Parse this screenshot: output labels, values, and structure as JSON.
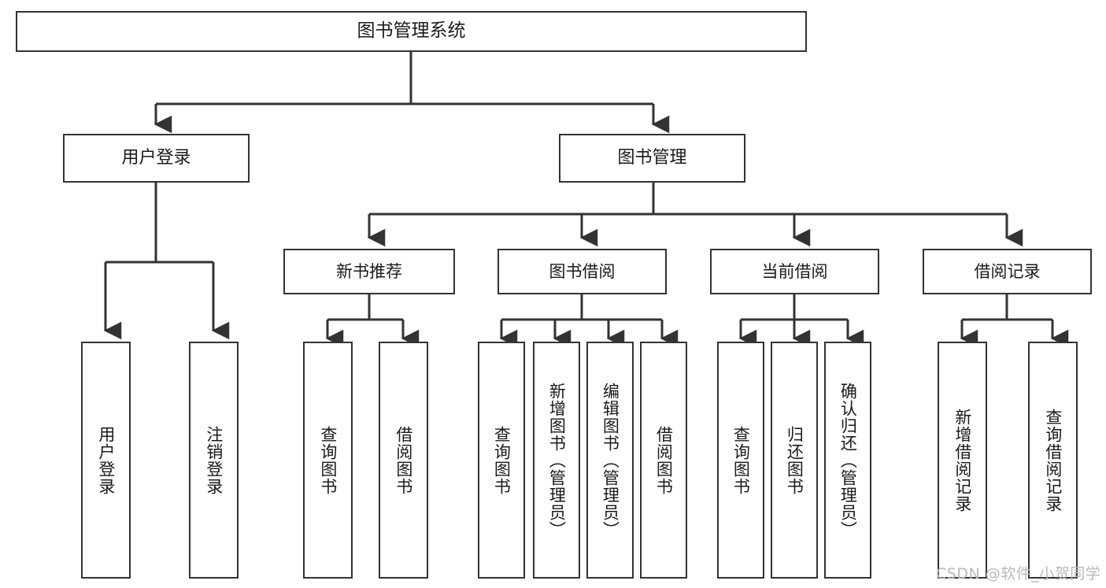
{
  "diagram": {
    "title": "图书管理系统",
    "type": "tree-hierarchy",
    "root": {
      "label": "图书管理系统"
    },
    "level2": [
      {
        "label": "用户登录"
      },
      {
        "label": "图书管理"
      }
    ],
    "level3": [
      {
        "label": "新书推荐"
      },
      {
        "label": "图书借阅"
      },
      {
        "label": "当前借阅"
      },
      {
        "label": "借阅记录"
      }
    ],
    "leaves": {
      "user_login": [
        {
          "label": "用户登录"
        },
        {
          "label": "注销登录"
        }
      ],
      "new_book_recommend": [
        {
          "label": "查询图书"
        },
        {
          "label": "借阅图书"
        }
      ],
      "book_borrow": [
        {
          "label": "查询图书"
        },
        {
          "label": "新增图书（管理员）"
        },
        {
          "label": "编辑图书（管理员）"
        },
        {
          "label": "借阅图书"
        }
      ],
      "current_borrow": [
        {
          "label": "查询图书"
        },
        {
          "label": "归还图书"
        },
        {
          "label": "确认归还（管理员）"
        }
      ],
      "borrow_record": [
        {
          "label": "新增借阅记录"
        },
        {
          "label": "查询借阅记录"
        }
      ]
    }
  },
  "watermark": {
    "text": "CSDN @软件_小贺同学"
  },
  "colors": {
    "stroke": "#333333",
    "box_fill": "#ffffff",
    "text": "#1a1a1a",
    "watermark": "#b9b9b9"
  }
}
